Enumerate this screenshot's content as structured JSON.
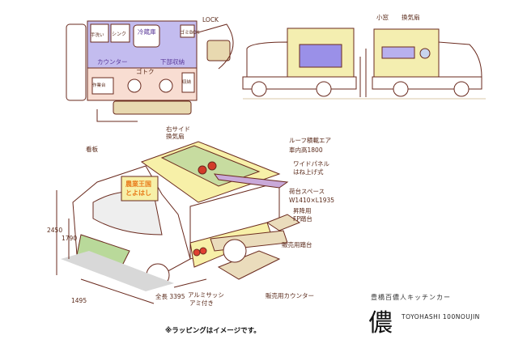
{
  "plan_view": {
    "labels": {
      "refrigerator": "冷蔵庫",
      "trash_box": "ゴミBOX",
      "lock": "LOCK",
      "counter": "カウンター",
      "lower_storage": "下部収納",
      "gotoku": "ゴトク",
      "sink": "シンク",
      "hand_wash": "手洗い",
      "workbench": "作業台",
      "storage": "収納"
    }
  },
  "side_view": {
    "labels": {
      "small_window": "小窓",
      "vent_fan": "換気扇"
    }
  },
  "perspective": {
    "labels": {
      "signboard": "看板",
      "right_vent": "右サイド換気扇",
      "roof": "ルーフ積載エア",
      "interior_height": "車内高1800",
      "wide_panel": "ワイドパネル",
      "flip_up": "はね上げ式",
      "bed_space": "荷台スペース",
      "bed_size": "W1410×L1935",
      "step": "昇降用",
      "step2": "FP踏台",
      "sales_step": "販売用踏台",
      "aluminum_sash": "アルミサッシ",
      "with_net": "アミ付き",
      "sales_counter": "販売用カウンター",
      "total_length": "全長 3395",
      "width_dim": "1495",
      "height_total": "2450",
      "height_body": "1790",
      "sign_text_1": "農業王国",
      "sign_text_2": "とよはし"
    }
  },
  "caption": "※ラッピングはイメージです。",
  "brand": {
    "japanese": "豊橋百儂人キッチンカー",
    "kanji": "儂",
    "english": "TOYOHASHI 100NOUJIN"
  },
  "colors": {
    "lavender": "#b8b0ee",
    "pink": "#f7dcd0",
    "yellow": "#f7f0a8",
    "tan": "#eadcbc",
    "ink": "#6a2a1e"
  }
}
